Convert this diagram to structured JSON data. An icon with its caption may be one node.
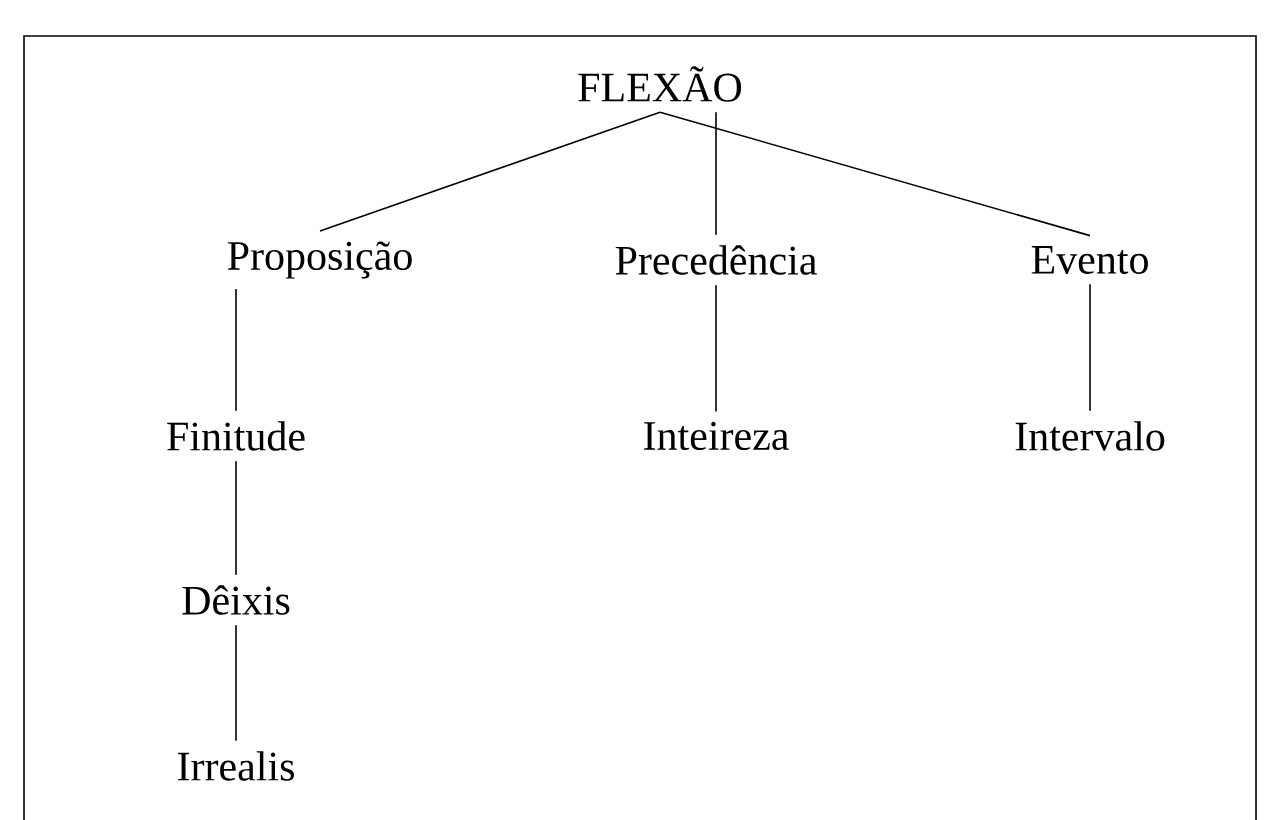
{
  "diagram": {
    "nodes": [
      {
        "text": [
          "FLEXÃO"
        ]
      },
      {
        "text": [
          "Proposição"
        ]
      },
      {
        "text": [
          "Precedência"
        ]
      },
      {
        "text": [
          "Evento"
        ]
      },
      {
        "text": [
          "Finitude"
        ]
      },
      {
        "text": [
          "Inteireza"
        ]
      },
      {
        "text": [
          "Intervalo"
        ]
      },
      {
        "text": [
          "Dêixis"
        ]
      },
      {
        "text": [
          "Irrealis"
        ]
      }
    ],
    "edges": [
      {
        "from": 0,
        "to": 1,
        "arrow": "none"
      },
      {
        "from": 0,
        "to": 2,
        "arrow": "none"
      },
      {
        "from": 0,
        "to": 3,
        "arrow": "none"
      },
      {
        "from": 1,
        "to": 4,
        "arrow": "none"
      },
      {
        "from": 2,
        "to": 5,
        "arrow": "none"
      },
      {
        "from": 3,
        "to": 6,
        "arrow": "none"
      },
      {
        "from": 4,
        "to": 7,
        "arrow": "none"
      },
      {
        "from": 7,
        "to": 8,
        "arrow": "none"
      }
    ]
  }
}
